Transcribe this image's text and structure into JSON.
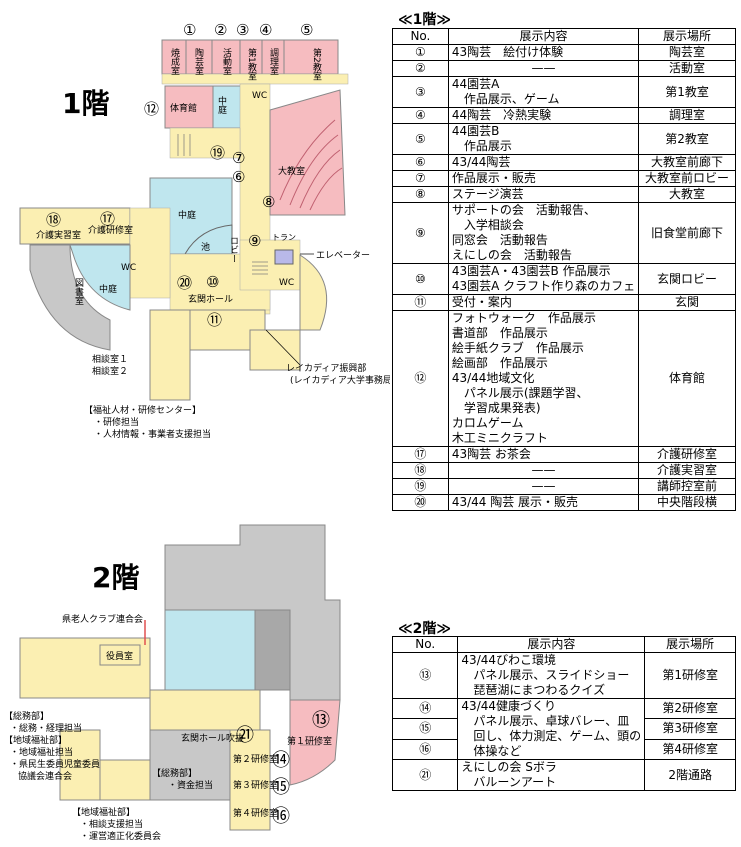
{
  "floor1": {
    "label": "1階",
    "table_title": "≪1階≫",
    "header": {
      "no": "No.",
      "content": "展示内容",
      "place": "展示場所"
    },
    "rows": [
      {
        "no": "①",
        "content": [
          "43陶芸　絵付け体験"
        ],
        "place": [
          "陶芸室"
        ]
      },
      {
        "no": "②",
        "content": [
          "——"
        ],
        "place": [
          "活動室"
        ],
        "center": true
      },
      {
        "no": "③",
        "content": [
          "44園芸A",
          "作品展示、ゲーム"
        ],
        "place": [
          "第1教室"
        ]
      },
      {
        "no": "④",
        "content": [
          "44陶芸　冷熱実験"
        ],
        "place": [
          "調理室"
        ]
      },
      {
        "no": "⑤",
        "content": [
          "44園芸B",
          "作品展示"
        ],
        "place": [
          "第2教室"
        ]
      },
      {
        "no": "⑥",
        "content": [
          "43/44陶芸"
        ],
        "place": [
          "大教室前廊下"
        ]
      },
      {
        "no": "⑦",
        "content": [
          "作品展示・販売"
        ],
        "place": [
          "大教室前ロビー"
        ]
      },
      {
        "no": "⑧",
        "content": [
          "ステージ演芸"
        ],
        "place": [
          "大教室"
        ]
      },
      {
        "no": "⑨",
        "content": [
          "サポートの会　活動報告、",
          "入学相談会",
          "同窓会　活動報告",
          "えにしの会　活動報告"
        ],
        "place": [
          "旧食堂前廊下"
        ]
      },
      {
        "no": "⑩",
        "content": [
          "43園芸A・43園芸B 作品展示",
          "43園芸A クラフト作り森のカフェ"
        ],
        "place": [
          "玄関ロビー"
        ]
      },
      {
        "no": "⑪",
        "content": [
          "受付・案内"
        ],
        "place": [
          "玄関"
        ]
      },
      {
        "no": "⑫",
        "content": [
          "フォトウォーク　作品展示",
          "書道部　作品展示",
          "絵手紙クラブ　作品展示",
          "絵画部　作品展示",
          "43/44地域文化",
          "パネル展示(課題学習、",
          "学習成果発表)",
          "カロムゲーム",
          "木工ミニクラフト"
        ],
        "place": [
          "体育館"
        ]
      },
      {
        "no": "⑰",
        "content": [
          "43陶芸 お茶会"
        ],
        "place": [
          "介護研修室"
        ]
      },
      {
        "no": "⑱",
        "content": [
          "——"
        ],
        "place": [
          "介護実習室"
        ],
        "center": true
      },
      {
        "no": "⑲",
        "content": [
          "——"
        ],
        "place": [
          "講師控室前"
        ],
        "center": true
      },
      {
        "no": "⑳",
        "content": [
          "43/44 陶芸 展示・販売"
        ],
        "place": [
          "中央階段横"
        ]
      }
    ],
    "map": {
      "top_numbers": [
        "①",
        "②",
        "③",
        "④",
        "⑤"
      ],
      "rooms": {
        "r1": "焼成室",
        "r2": "陶芸室",
        "r3": "活動室",
        "r4": "第1教室",
        "r5": "調理室",
        "r6": "第2教室",
        "gym": "体育館",
        "court": "中庭",
        "court2": "中庭",
        "court3": "中庭",
        "large": "大教室",
        "kaigo_j": "介護実習室",
        "kaigo_k": "介護研修室",
        "library": "図書室",
        "lobby": "ロビー",
        "pond": "池",
        "genkan": "玄関ホール",
        "soudan1": "相談室１",
        "soudan2": "相談室２",
        "toilet": "トラン",
        "elevator": "エレベーター",
        "wc": "WC",
        "laycadia": "レイカディア振興部",
        "laycadia_sub": "(レイカディア大学事務局)",
        "center": "【福祉人材・研修センター】",
        "center_l1": "・研修担当",
        "center_l2": "・人材情報・事業者支援担当"
      },
      "markers": [
        "⑫",
        "⑲",
        "⑦",
        "⑥",
        "⑧",
        "⑨",
        "⑩",
        "⑳",
        "⑪",
        "⑱",
        "⑰"
      ]
    }
  },
  "floor2": {
    "label": "2階",
    "table_title": "≪2階≫",
    "header": {
      "no": "No.",
      "content": "展示内容",
      "place": "展示場所"
    },
    "rows": [
      {
        "no": "⑬",
        "content": [
          "43/44びわこ環境",
          "パネル展示、スライドショー",
          "琵琶湖にまつわるクイズ"
        ],
        "place": [
          "第1研修室"
        ]
      },
      {
        "no": "⑭",
        "content": [
          ""
        ],
        "place": [
          "第2研修室"
        ]
      },
      {
        "no": "⑮",
        "content": [
          "43/44健康づくり",
          "パネル展示、卓球バレー、皿",
          "回し、体力測定、ゲーム、頭の",
          "体操など"
        ],
        "place": [
          "第3研修室"
        ]
      },
      {
        "no": "⑯",
        "content": [
          ""
        ],
        "place": [
          "第4研修室"
        ]
      },
      {
        "no": "㉑",
        "content": [
          "えにしの会 Sボラ",
          "バルーンアート"
        ],
        "place": [
          "2階通路"
        ]
      }
    ],
    "map": {
      "rooms": {
        "club": "県老人クラブ連合会",
        "yakuin": "役員室",
        "genkan_fuki": "玄関ホール吹抜",
        "k1": "第１研修室",
        "k2": "第２研修室",
        "k3": "第３研修室",
        "k4": "第４研修室",
        "soumu1": "【総務部】",
        "soumu1_l1": "・総務・経理担当",
        "soumu1_l2": "【地域福祉部】",
        "soumu1_l3": "・地域福祉担当",
        "soumu1_l4": "・県民生委員児童委員",
        "soumu1_l5": "協議会連合会",
        "soumu2": "【総務部】",
        "soumu2_l1": "・資金担当",
        "chiiki": "【地域福祉部】",
        "chiiki_l1": "・相談支援担当",
        "chiiki_l2": "・運営適正化委員会"
      },
      "markers": [
        "⑬",
        "⑭",
        "⑮",
        "⑯",
        "㉑"
      ]
    }
  },
  "colors": {
    "room_pink": "#f6bcc0",
    "room_yellow": "#fbefb2",
    "court_blue": "#bfe6ee",
    "grey": "#c8c8c8",
    "dark_grey": "#a8a8a8",
    "red_line": "#e05050"
  }
}
